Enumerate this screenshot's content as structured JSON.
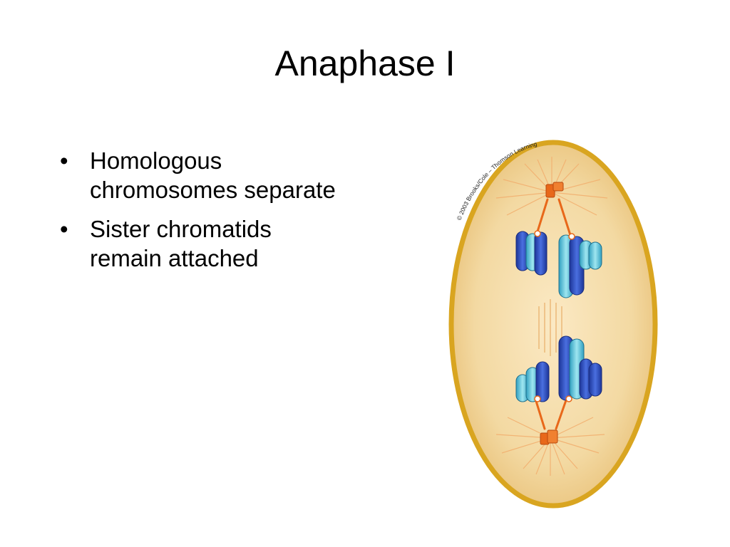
{
  "slide": {
    "title": "Anaphase I",
    "bullets": [
      {
        "text": "Homologous chromosomes separate"
      },
      {
        "text": "Sister chromatids remain attached"
      }
    ]
  },
  "figure": {
    "copyright": "© 2003 Brooks/Cole – Thomson Learning",
    "colors": {
      "cell_outline": "#d9a520",
      "cytoplasm": "#f3d9a2",
      "centrosome": "#e8681a",
      "chromosome_dark": "#2a48b8",
      "chromosome_light": "#5ec8dc"
    }
  }
}
